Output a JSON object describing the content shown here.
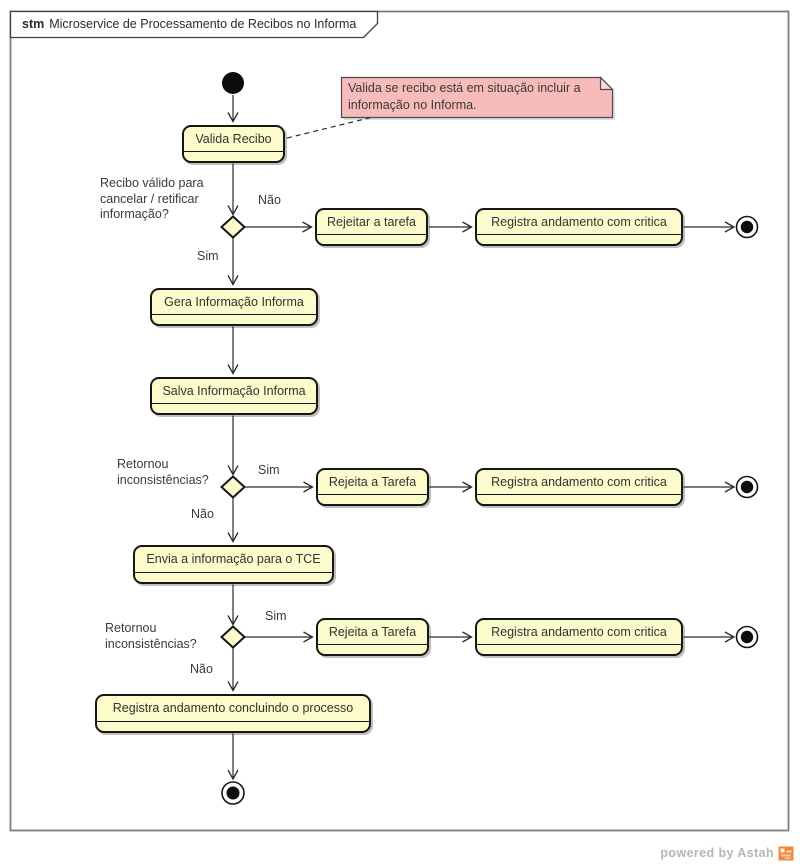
{
  "frame": {
    "tag": "stm",
    "title": "Microservice de Processamento de Recibos no Informa"
  },
  "note": {
    "text": "Valida se recibo está em situação incluir a\ninformação no Informa."
  },
  "states": [
    {
      "id": "valida-recibo",
      "label": "Valida Recibo"
    },
    {
      "id": "rejeitar-a-tarefa",
      "label": "Rejeitar a tarefa"
    },
    {
      "id": "registra-andamento-critica-1",
      "label": "Registra andamento com critica"
    },
    {
      "id": "gera-informacao-informa",
      "label": "Gera Informação Informa"
    },
    {
      "id": "salva-informacao-informa",
      "label": "Salva Informação Informa"
    },
    {
      "id": "rejeita-a-tarefa-2",
      "label": "Rejeita a Tarefa"
    },
    {
      "id": "registra-andamento-critica-2",
      "label": "Registra andamento com critica"
    },
    {
      "id": "envia-informacao-tce",
      "label": "Envia a informação para o TCE"
    },
    {
      "id": "rejeita-a-tarefa-3",
      "label": "Rejeita a Tarefa"
    },
    {
      "id": "registra-andamento-critica-3",
      "label": "Registra andamento com critica"
    },
    {
      "id": "registra-andamento-concluindo",
      "label": "Registra andamento concluindo o processo"
    }
  ],
  "guards": [
    {
      "label": "Não"
    },
    {
      "label": "Sim"
    },
    {
      "label": "Sim"
    },
    {
      "label": "Não"
    },
    {
      "label": "Sim"
    },
    {
      "label": "Não"
    }
  ],
  "questions": [
    {
      "text": "Recibo válido para\ncancelar / retificar\ninformação?"
    },
    {
      "text": "Retornou\ninconsistências?"
    },
    {
      "text": "Retornou\ninconsistências?"
    }
  ],
  "watermark": {
    "text": "powered by Astah"
  },
  "colors": {
    "state_fill": "#FBFBCB",
    "note_fill": "#F7BCBA",
    "frame_border": "#7E7E7E",
    "line": "#2B2B2B",
    "watermark_orange": "#EE8A3E"
  }
}
